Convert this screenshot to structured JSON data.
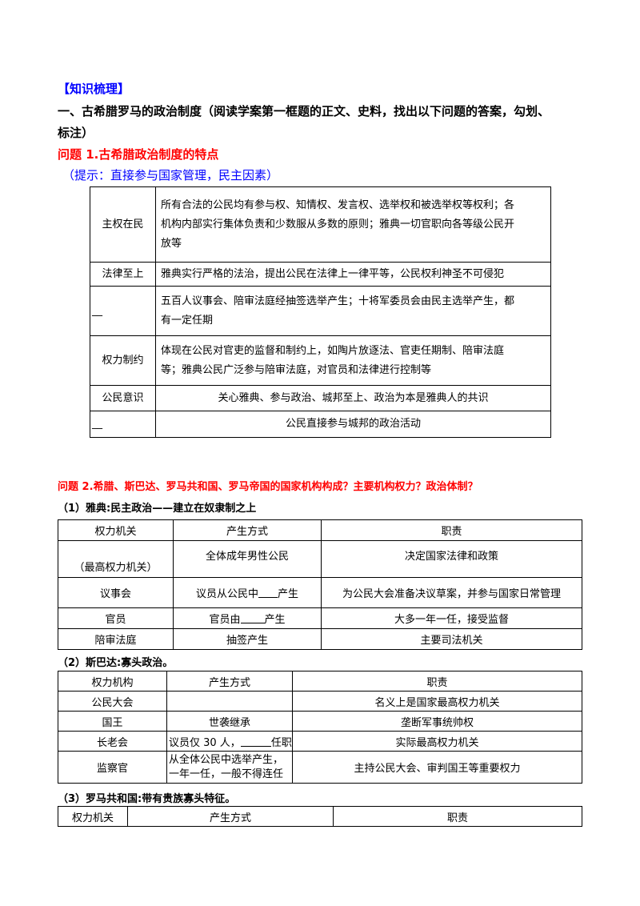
{
  "heading": "【知识梳理】",
  "section1": {
    "title_line1": "一、古希腊罗马的政治制度（阅读学案第一框题的正文、史料，找出以下问题的答案，勾划、",
    "title_line2": "标注）",
    "q1_title": "问题 1.古希腊政治制度的特点",
    "q1_hint": "（提示：直接参与国家管理，民主因素）",
    "table": [
      {
        "label": "主权在民",
        "content": [
          "所有合法的公民均有参与权、知情权、发言权、选举权和被选举权等权利；各",
          "机构内部实行集体负责和少数服从多数的原则；雅典一切官职向各等级公民开",
          "放等"
        ]
      },
      {
        "label": "法律至上",
        "content": [
          "雅典实行严格的法治，提出公民在法律上一律平等，公民权利神圣不可侵犯"
        ]
      },
      {
        "label": "__",
        "content": [
          "五百人议事会、陪审法庭经抽签选举产生；十将军委员会由民主选举产生，都",
          "有一定任期"
        ]
      },
      {
        "label": "权力制约",
        "content": [
          "体现在公民对官吏的监督和制约上，如陶片放逐法、官吏任期制、陪审法庭",
          "等；雅典公民广泛参与陪审法庭，对官员和法律进行控制等"
        ]
      },
      {
        "label": "公民意识",
        "content": [
          "关心雅典、参与政治、城邦至上、政治为本是雅典人的共识"
        ]
      },
      {
        "label": "__",
        "content": [
          "公民直接参与城邦的政治活动"
        ]
      }
    ]
  },
  "q2_title": "问题 2.希腊、斯巴达、罗马共和国、罗马帝国的国家机构构成？主要机构权力？政治体制？",
  "athens": {
    "title": "（1）雅典:民主政治——建立在奴隶制之上",
    "headers": [
      "权力机关",
      "产生方式",
      "职责"
    ],
    "rows": [
      {
        "organ": "（最高权力机关）",
        "method": "全体成年男性公民",
        "duty": "决定国家法律和政策"
      },
      {
        "organ": "议事会",
        "method_pre": "议员从公民中",
        "method_post": "产生",
        "duty": "为公民大会准备决议草案，并参与国家日常管理"
      },
      {
        "organ": "官员",
        "method_pre": "官员由",
        "method_post": "产生",
        "duty": "大多一年一任，接受监督"
      },
      {
        "organ": "陪审法庭",
        "method": "抽签产生",
        "duty": "主要司法机关"
      }
    ]
  },
  "sparta": {
    "title": "（2）斯巴达:寡头政治。",
    "headers": [
      "权力机构",
      "产生方式",
      "职责"
    ],
    "rows": [
      {
        "organ": "公民大会",
        "method": "",
        "duty": "名义上是国家最高权力机关"
      },
      {
        "organ": "国王",
        "method": "世袭继承",
        "duty": "垄断军事统帅权"
      },
      {
        "organ": "长老会",
        "method_pre": "议员仅 30 人，",
        "method_post": "任职",
        "duty": "实际最高权力机关"
      },
      {
        "organ": "监察官",
        "method_lines": [
          "从全体公民中选举产生，",
          "一年一任，一般不得连任"
        ],
        "duty": "主持公民大会、审判国王等重要权力"
      }
    ]
  },
  "rome": {
    "title": "（3）罗马共和国:带有贵族寡头特征。",
    "headers": [
      "权力机关",
      "产生方式",
      "职责"
    ]
  }
}
